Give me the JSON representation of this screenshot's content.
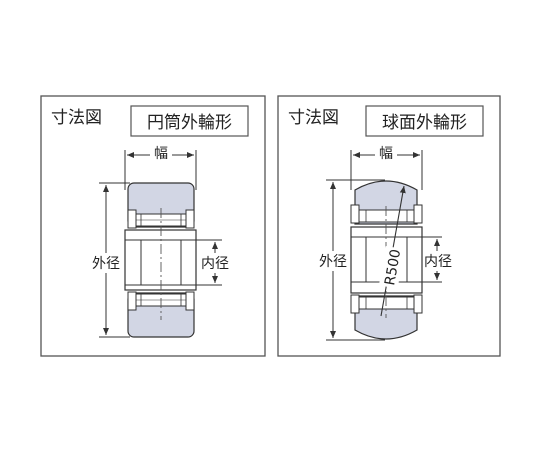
{
  "panels": [
    {
      "section_label": "寸法図",
      "type_label": "円筒外輪形",
      "width_label": "幅",
      "outer_label": "外径",
      "inner_label": "内径"
    },
    {
      "section_label": "寸法図",
      "type_label": "球面外輪形",
      "width_label": "幅",
      "outer_label": "外径",
      "inner_label": "内径",
      "radius_label": "R500"
    }
  ],
  "colors": {
    "border": "#555555",
    "outer_ring_fill": "#d2d6e4",
    "line": "#333333"
  }
}
